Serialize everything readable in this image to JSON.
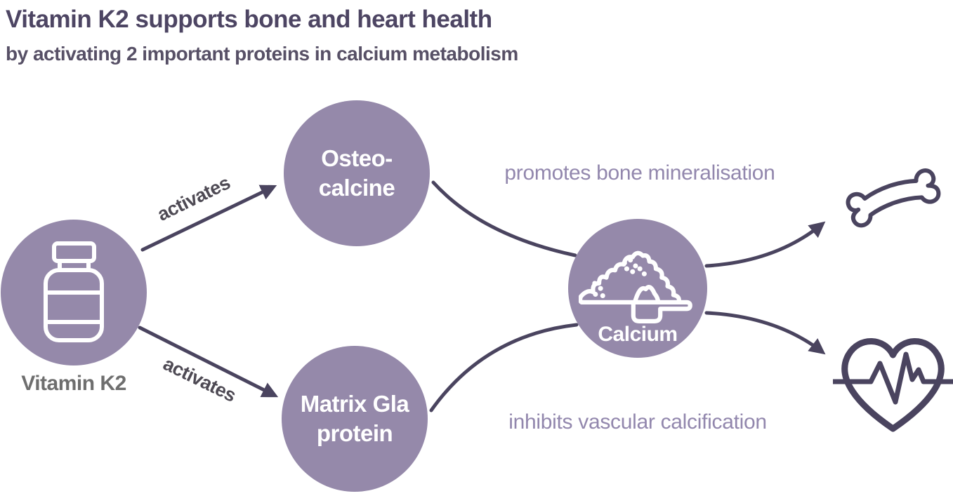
{
  "header": {
    "title": "Vitamin K2 supports bone and heart health",
    "subtitle": "by activating 2 important proteins in calcium metabolism"
  },
  "nodes": {
    "vitamin_k2": {
      "label": "Vitamin K2",
      "icon": "supplement-bottle-icon"
    },
    "osteocalcine": {
      "label": "Osteo-\ncalcine"
    },
    "matrix_gla": {
      "label": "Matrix Gla\nprotein"
    },
    "calcium": {
      "label": "Calcium",
      "icon": "calcium-powder-scoop-icon"
    }
  },
  "edges": {
    "activates_top": {
      "label": "activates"
    },
    "activates_bottom": {
      "label": "activates"
    },
    "promotes": {
      "label": "promotes bone mineralisation"
    },
    "inhibits": {
      "label": "inhibits vascular calcification"
    }
  },
  "outcomes": {
    "bone": {
      "icon": "bone-icon"
    },
    "heart": {
      "icon": "heart-ecg-icon"
    }
  },
  "colors": {
    "node_fill": "#9589aa",
    "node_text": "#ffffff",
    "arrow": "#4a445f",
    "title_text": "#4d4563",
    "subtitle_text": "#575066",
    "caption_text": "#9287ad",
    "grey_label": "#6e6e6e",
    "activates_text": "#4e4a54"
  }
}
